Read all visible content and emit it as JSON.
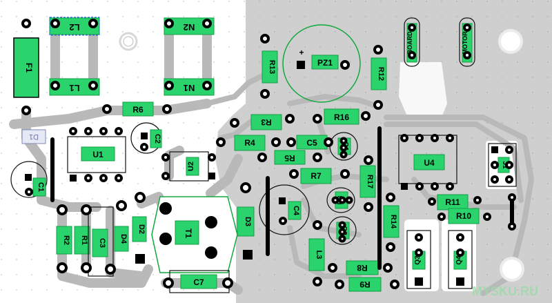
{
  "watermark": "MYSKU.RU",
  "components": {
    "F1": "F1",
    "L2": "L2",
    "L1": "L1",
    "N2": "N2",
    "N1": "N1",
    "R6": "R6",
    "D1": "D1",
    "U1": "U1",
    "C2": "C2",
    "C1": "C1",
    "U2": "U2",
    "R2": "R2",
    "R1": "R1",
    "C3": "C3",
    "D4": "D4",
    "D2": "D2",
    "T1": "T1",
    "C7": "C7",
    "D3": "D3",
    "C4": "C4",
    "R13": "R13",
    "PZ1": "PZ1",
    "PZ1_pol": "+",
    "R12": "R12",
    "R3": "R3",
    "R4": "R4",
    "C5": "C5",
    "R5": "R5",
    "R16": "R16",
    "Q1": "Q1",
    "R7": "R7",
    "U3": "U3",
    "R17": "R17",
    "L3": "L3",
    "Q2": "Q2",
    "R8": "R8",
    "R9": "R9",
    "R14": "R14",
    "U4": "U4",
    "J1": "J1",
    "R11": "R11",
    "R10": "R10",
    "Q3": "Q3",
    "Q4": "Q4",
    "BOARD": "BOARD",
    "MOTOR": "MOTOR"
  }
}
